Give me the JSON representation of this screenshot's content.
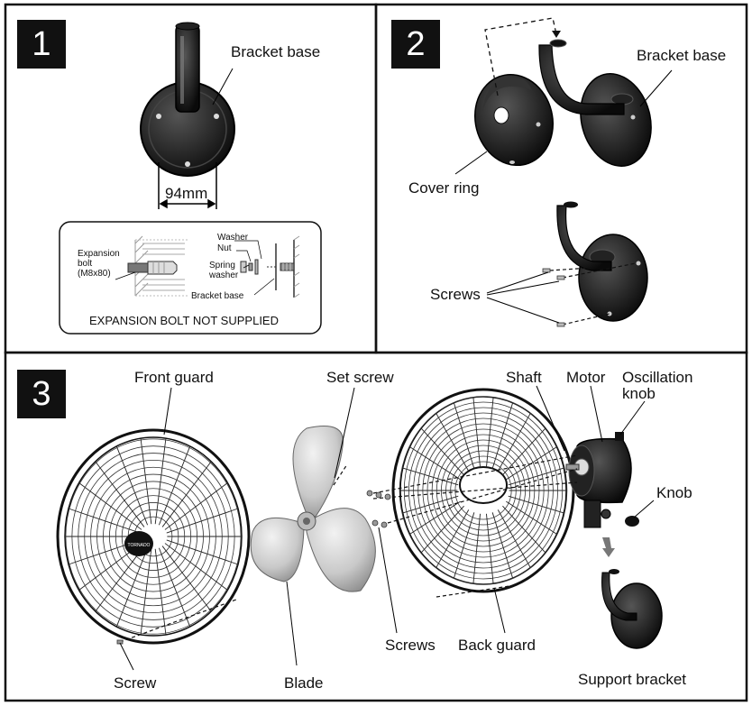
{
  "panel1": {
    "step": "1",
    "bracket_base": "Bracket base",
    "dimension": "94mm",
    "detail": {
      "expansion_bolt": "Expansion",
      "expansion_bolt_2": "bolt",
      "bolt_size": "(M8x80)",
      "washer": "Washer",
      "nut": "Nut",
      "spring_washer": "Spring",
      "spring_washer_2": "washer",
      "bracket_base": "Bracket base",
      "note": "EXPANSION BOLT NOT SUPPLIED"
    }
  },
  "panel2": {
    "step": "2",
    "bracket_base": "Bracket base",
    "cover_ring": "Cover ring",
    "screws": "Screws"
  },
  "panel3": {
    "step": "3",
    "front_guard": "Front guard",
    "set_screw": "Set screw",
    "shaft": "Shaft",
    "motor": "Motor",
    "oscillation_knob": "Oscillation",
    "oscillation_knob_2": "knob",
    "knob": "Knob",
    "screw": "Screw",
    "blade": "Blade",
    "screws": "Screws",
    "back_guard": "Back guard",
    "support_bracket": "Support bracket",
    "brand": "TORNADO"
  }
}
